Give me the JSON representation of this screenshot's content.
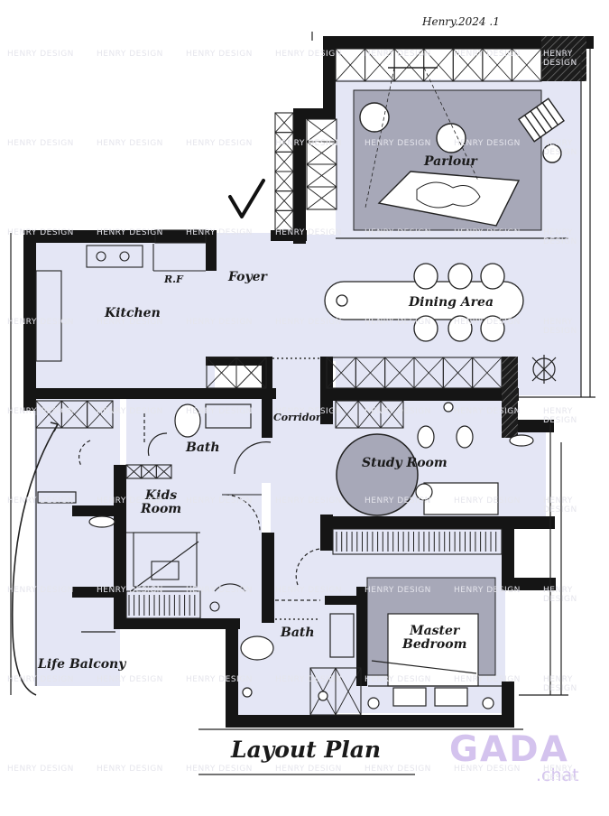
{
  "signature": "Henry.2024 .1",
  "title": "Layout Plan",
  "rooms": {
    "parlour": "Parlour",
    "foyer": "Foyer",
    "kitchen": "Kitchen",
    "rf": "R.F",
    "dining": "Dining Area",
    "corridor": "Corridor",
    "bath1": "Bath",
    "study": "Study Room",
    "kids": "Kids\nRoom",
    "bath2": "Bath",
    "master": "Master\nBedroom",
    "balcony": "Life Balcony"
  },
  "watermark": {
    "text": "HENRY DESIGN"
  },
  "logo": {
    "main": "GADA",
    "sub": ".chat"
  },
  "colors": {
    "floor": "#e4e6f5",
    "rug": "#a7a8b8",
    "wall": "#151515",
    "logo": "#d4c3ee"
  }
}
